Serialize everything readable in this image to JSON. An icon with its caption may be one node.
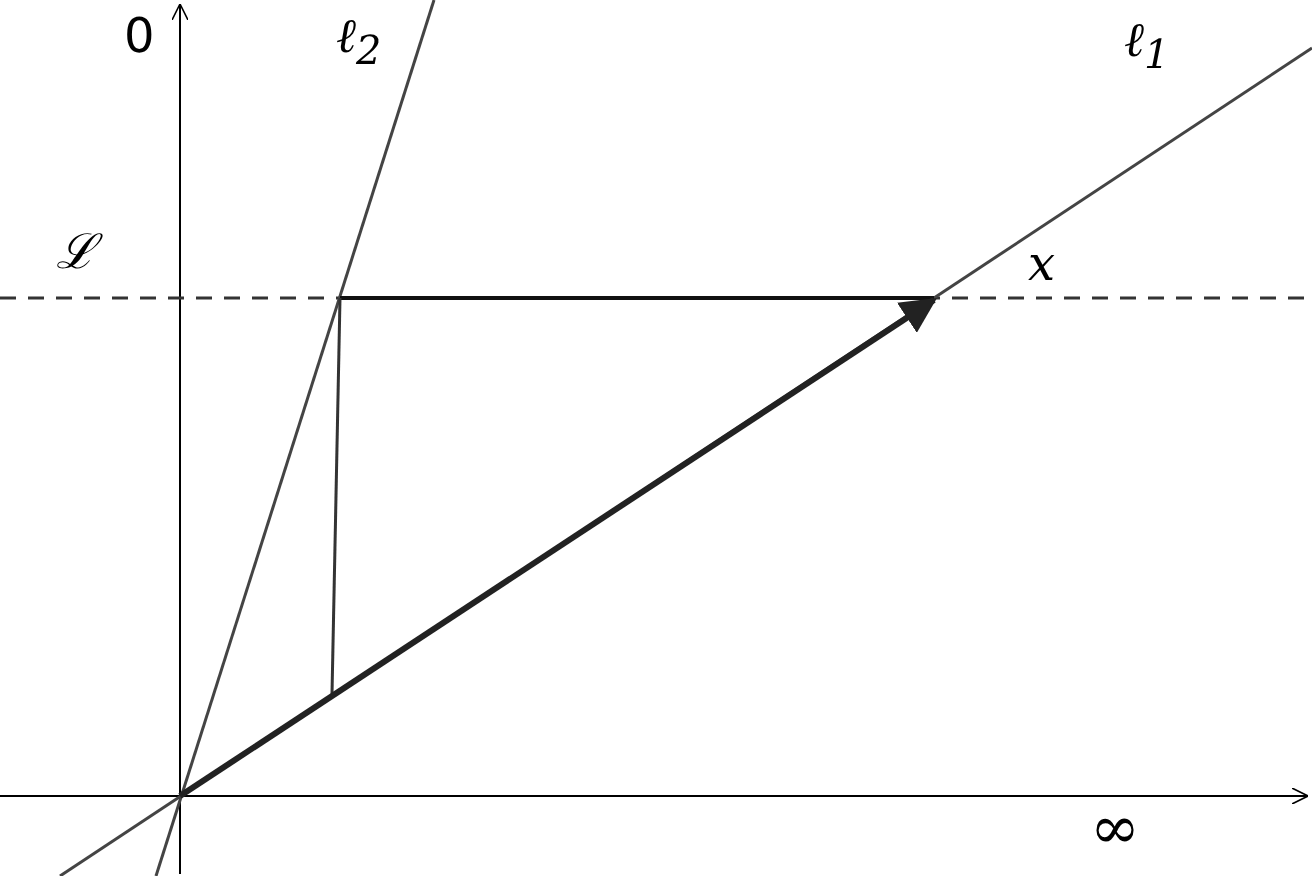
{
  "diagram": {
    "labels": [
      "0",
      "ℓ$_{2}$",
      "ℓ$_{1}$",
      "ℒ",
      "x",
      "∞"
    ]
  }
}
